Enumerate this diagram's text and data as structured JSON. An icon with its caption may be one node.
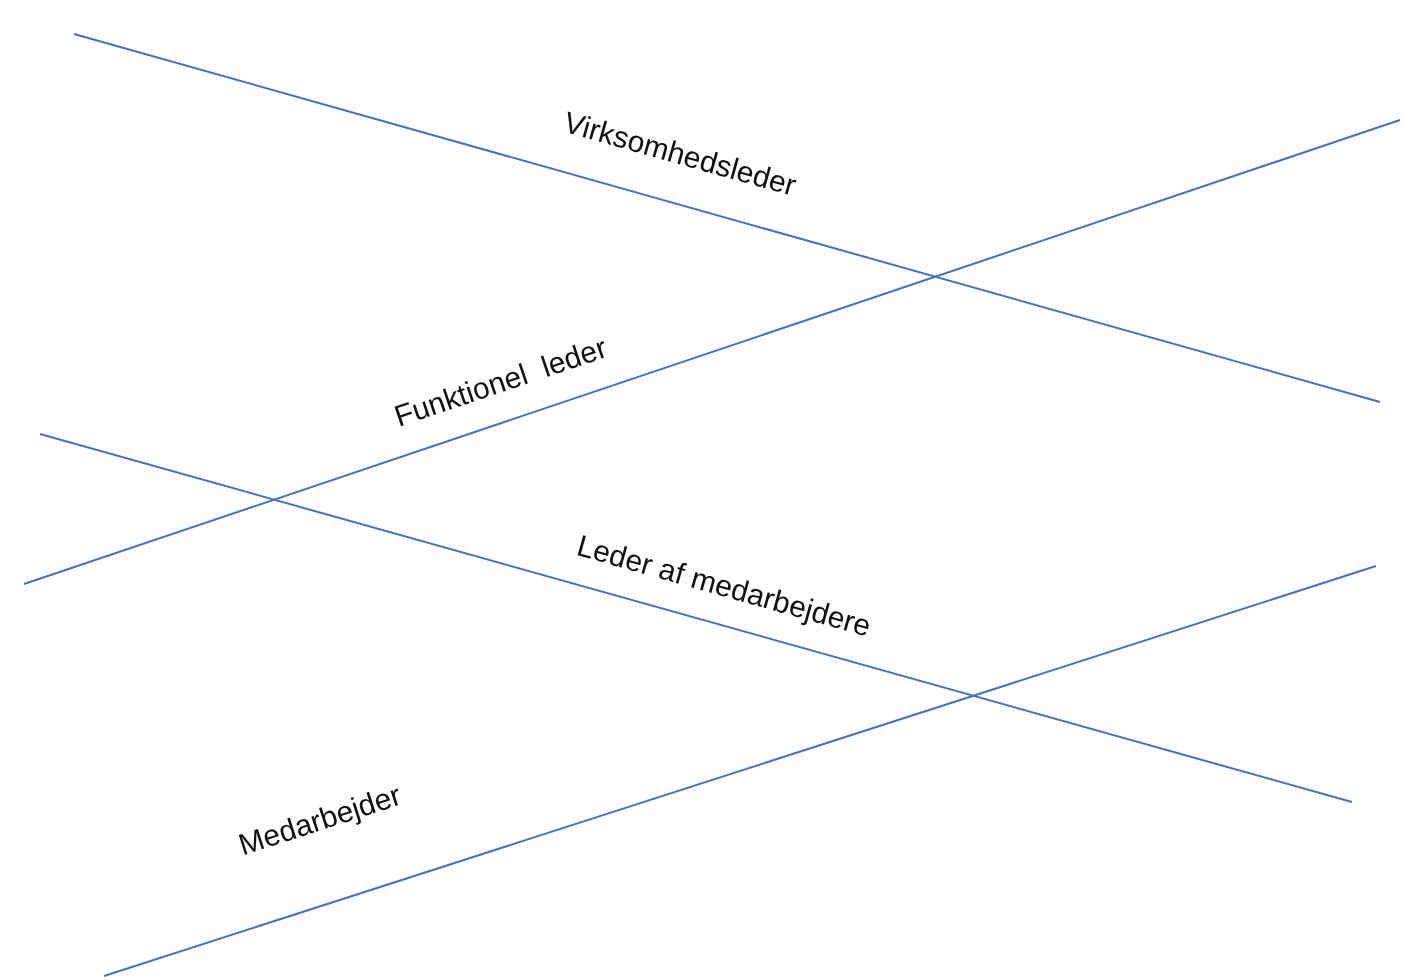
{
  "diagram": {
    "labels": [
      "Virksomhedsleder",
      "Funktionel  leder",
      "Leder af medarbejdere",
      "Medarbejder"
    ]
  }
}
